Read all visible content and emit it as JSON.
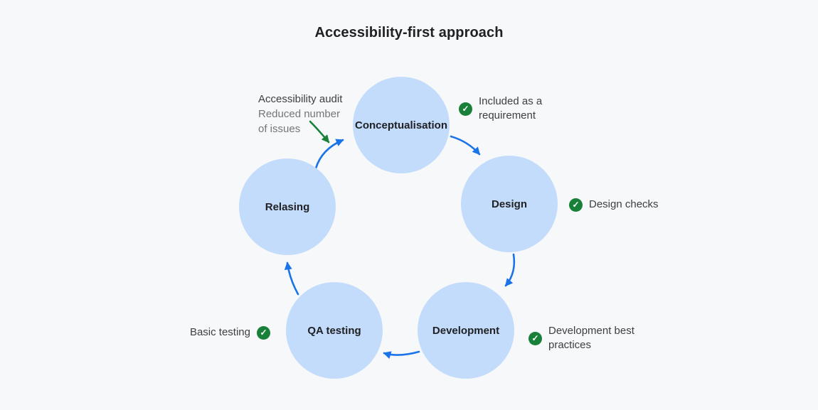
{
  "title": "Accessibility-first approach",
  "diagram": {
    "stages": [
      {
        "label": "Conceptualisation"
      },
      {
        "label": "Design"
      },
      {
        "label": "Development"
      },
      {
        "label": "QA testing"
      },
      {
        "label": "Relasing"
      }
    ],
    "checks": {
      "conceptualisation": "Included as a requirement",
      "design": "Design checks",
      "development": "Development best practices",
      "qa": "Basic testing"
    },
    "annotation": {
      "title": "Accessibility audit",
      "sub_line1": "Reduced number",
      "sub_line2": "of issues"
    }
  },
  "icons": {
    "check": "✓"
  },
  "colors": {
    "background": "#f7f8f9",
    "circle_fill": "#c4dcfb",
    "arrow_blue": "#1a73e8",
    "arrow_green": "#188038",
    "check_badge": "#188038",
    "title_text": "#202124",
    "label_text": "#3c4043",
    "muted_text": "#757575"
  }
}
